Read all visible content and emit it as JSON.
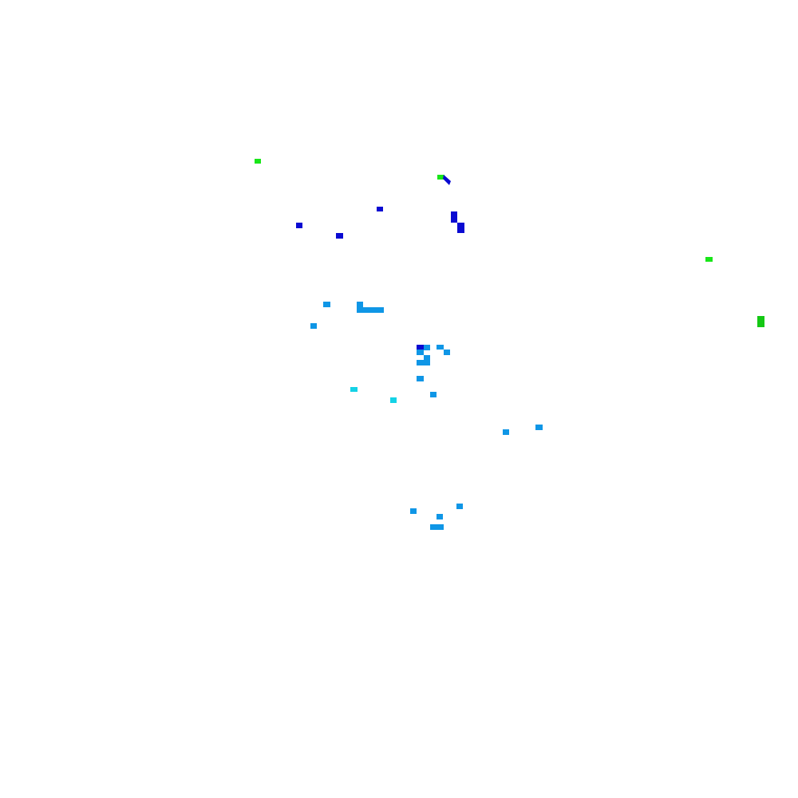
{
  "image": {
    "background": "#ffffff",
    "description_level": "raster",
    "colors": {
      "green": "#19e619",
      "dark_green": "#14c814",
      "blue": "#0a0ad2",
      "light_blue": "#0f96e6",
      "cyan": "#14d2e6"
    },
    "pixel_groups": [
      {
        "color": "green",
        "count": 4
      },
      {
        "color": "blue",
        "count": 8
      },
      {
        "color": "light_blue",
        "count": 20
      },
      {
        "color": "cyan",
        "count": 2
      }
    ]
  }
}
